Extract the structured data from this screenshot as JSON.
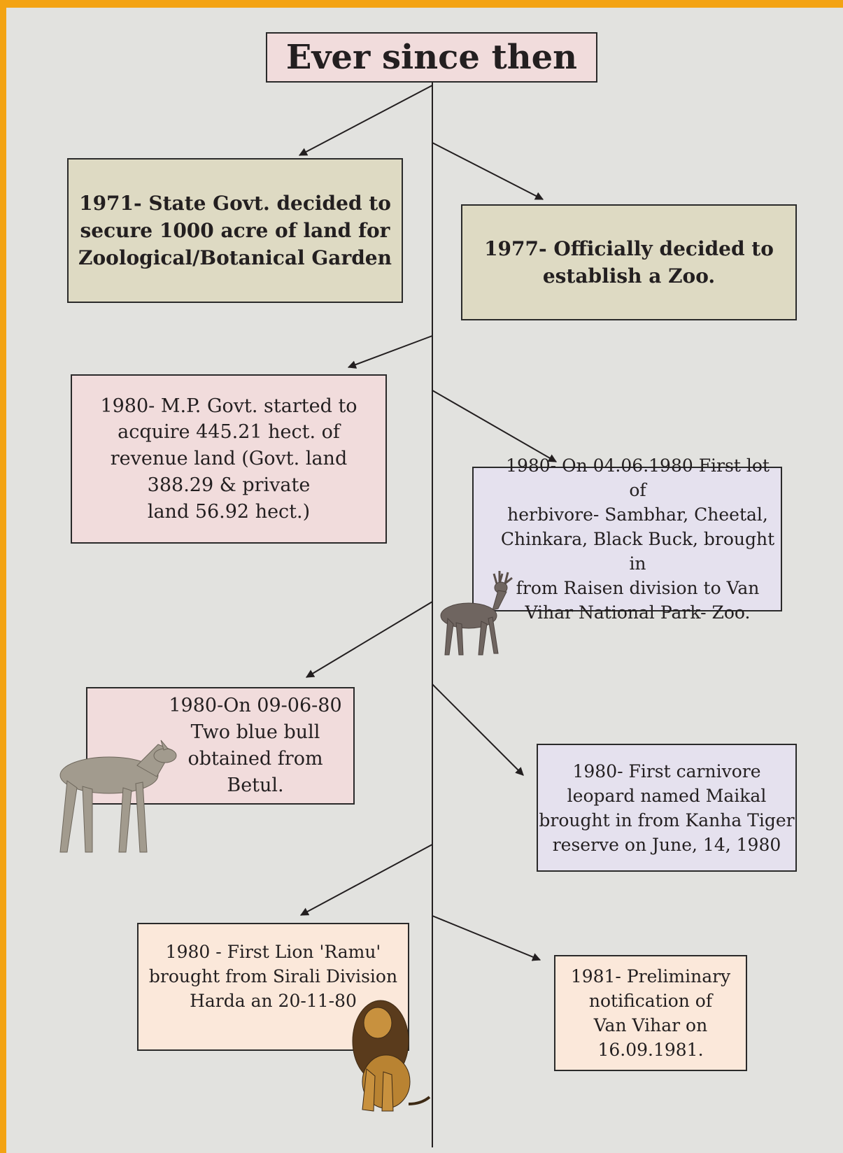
{
  "title": "Ever since then",
  "events": [
    {
      "id": "e1971",
      "text": "1971- State Govt. decided to\nsecure 1000 acre of land for\nZoological/Botanical Garden"
    },
    {
      "id": "e1977",
      "text": "1977- Officially decided to\nestablish a Zoo."
    },
    {
      "id": "e1980a",
      "text": "1980- M.P. Govt. started to\nacquire 445.21 hect. of\nrevenue land (Govt. land\n388.29 & private\nland 56.92 hect.)"
    },
    {
      "id": "e1980b",
      "text": "1980- On 04.06.1980 First lot of\nherbivore- Sambhar, Cheetal,\nChinkara, Black Buck, brought in\nfrom Raisen division to Van\nVihar National Park- Zoo."
    },
    {
      "id": "e1980c",
      "text": "1980-On 09-06-80\nTwo blue bull\nobtained from Betul."
    },
    {
      "id": "e1980d",
      "text": "1980- First carnivore\nleopard named Maikal\nbrought in from Kanha Tiger\nreserve on June, 14, 1980"
    },
    {
      "id": "e1980e",
      "text": "1980 - First Lion 'Ramu'\nbrought from Sirali Division\nHarda an 20-11-80"
    },
    {
      "id": "e1981",
      "text": "1981- Preliminary\nnotification of\nVan Vihar on\n16.09.1981."
    }
  ],
  "colors": {
    "border": "#f3a313",
    "background": "#e2e2df",
    "olive": "#dedac3",
    "pink": "#f1dcdc",
    "lavender": "#e5e1ee",
    "peach": "#fbe8da"
  },
  "icons": [
    "sambar-deer-icon",
    "nilgai-icon",
    "lion-icon"
  ]
}
